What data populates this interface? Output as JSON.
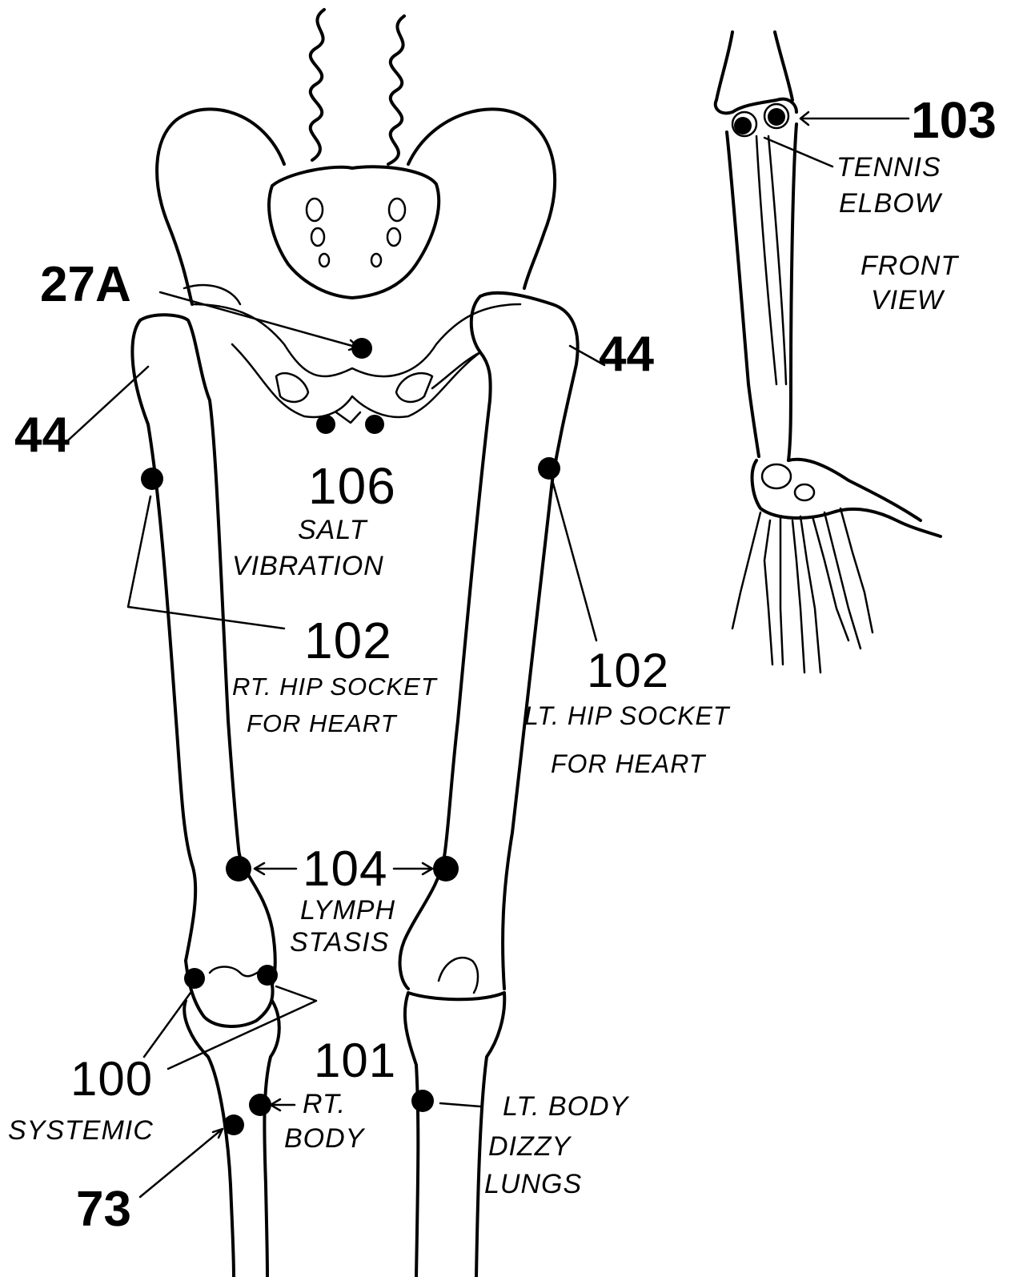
{
  "labels": {
    "p27a": "27A",
    "p44_right": "44",
    "p44_left": "44",
    "p106": "106",
    "p106_note_1": "SALT",
    "p106_note_2": "VIBRATION",
    "p102_rt": "102",
    "p102_rt_note_1": "RT. HIP SOCKET",
    "p102_rt_note_2": "FOR HEART",
    "p102_lt": "102",
    "p102_lt_note_1": "LT. HIP SOCKET",
    "p102_lt_note_2": "FOR HEART",
    "p103": "103",
    "p103_note_1": "TENNIS",
    "p103_note_2": "ELBOW",
    "view_1": "FRONT",
    "view_2": "VIEW",
    "p104": "104",
    "p104_note_1": "LYMPH",
    "p104_note_2": "STASIS",
    "p100": "100",
    "p100_note": "SYSTEMIC",
    "p101": "101",
    "p101_note_1": "RT.",
    "p101_note_2": "BODY",
    "p73": "73",
    "lt_body_1": "LT. BODY",
    "lt_body_2": "DIZZY",
    "lt_body_3": "LUNGS"
  },
  "colors": {
    "ink": "#000000",
    "paper": "#ffffff"
  }
}
